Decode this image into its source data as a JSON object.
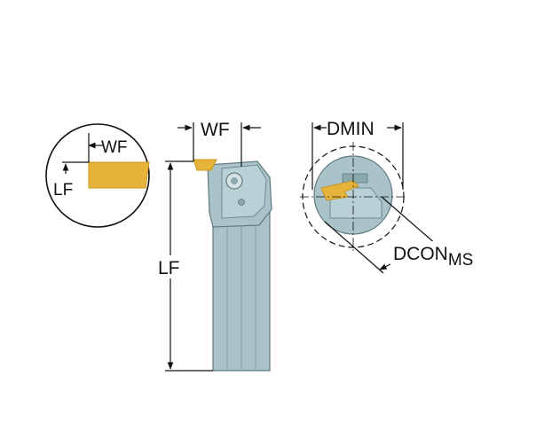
{
  "labels": {
    "wf_main": "WF",
    "lf_main": "LF",
    "wf_detail": "WF",
    "lf_detail": "LF",
    "dmin": "DMIN",
    "dcon": "DCON",
    "dcon_sub": "MS"
  },
  "colors": {
    "tool_body": "#a9c3c8",
    "tool_body_dark": "#8aa8ae",
    "insert": "#e6b43a",
    "insert_dark": "#c9951e",
    "line": "#111111"
  }
}
